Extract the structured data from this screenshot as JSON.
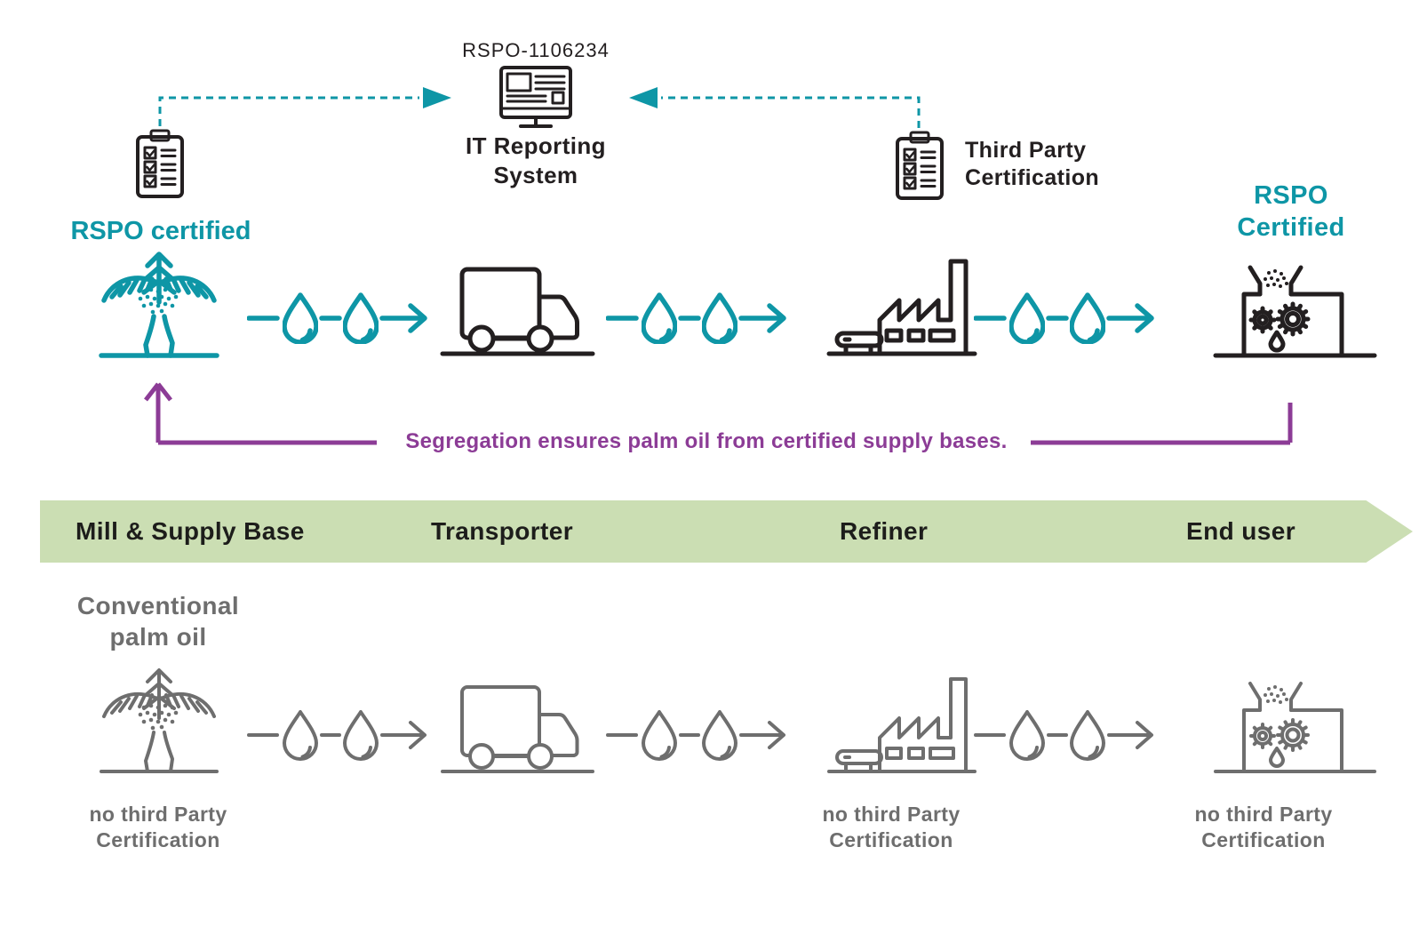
{
  "colors": {
    "teal": "#0E96A6",
    "dark": "#231F20",
    "gray": "#6E6E6E",
    "purple": "#8C3C96",
    "green": "#CBDEB3"
  },
  "reporting": {
    "id": "RSPO-1106234",
    "system_line1": "IT Reporting",
    "system_line2": "System"
  },
  "certification": {
    "left_label": "RSPO certified",
    "third_party_line1": "Third Party",
    "third_party_line2": "Certification",
    "right_line1": "RSPO",
    "right_line2": "Certified"
  },
  "segregation": {
    "note": "Segregation ensures palm oil from certified supply bases."
  },
  "banner": {
    "labels": [
      "Mill & Supply Base",
      "Transporter",
      "Refiner",
      "End user"
    ]
  },
  "conventional": {
    "title_line1": "Conventional",
    "title_line2": "palm oil",
    "no_cert_line1": "no third Party",
    "no_cert_line2": "Certification"
  },
  "icons": {
    "monitor-icon": "IT reporting system computer screen",
    "clipboard-checklist-icon": "certification checklist clipboard",
    "palm-tree-icon": "oil palm tree on ground line",
    "oil-drops-flow-icon": "two oil drops with flow arrow",
    "truck-icon": "transport truck on ground line",
    "factory-icon": "refinery factory with chimney and conveyor",
    "processing-box-icon": "end-user processing machine with hopper, gears and oil drop",
    "dashed-arrow-icon": "dashed reporting connector with solid arrowhead",
    "segregation-arrow-icon": "purple segregation feedback arrow"
  }
}
